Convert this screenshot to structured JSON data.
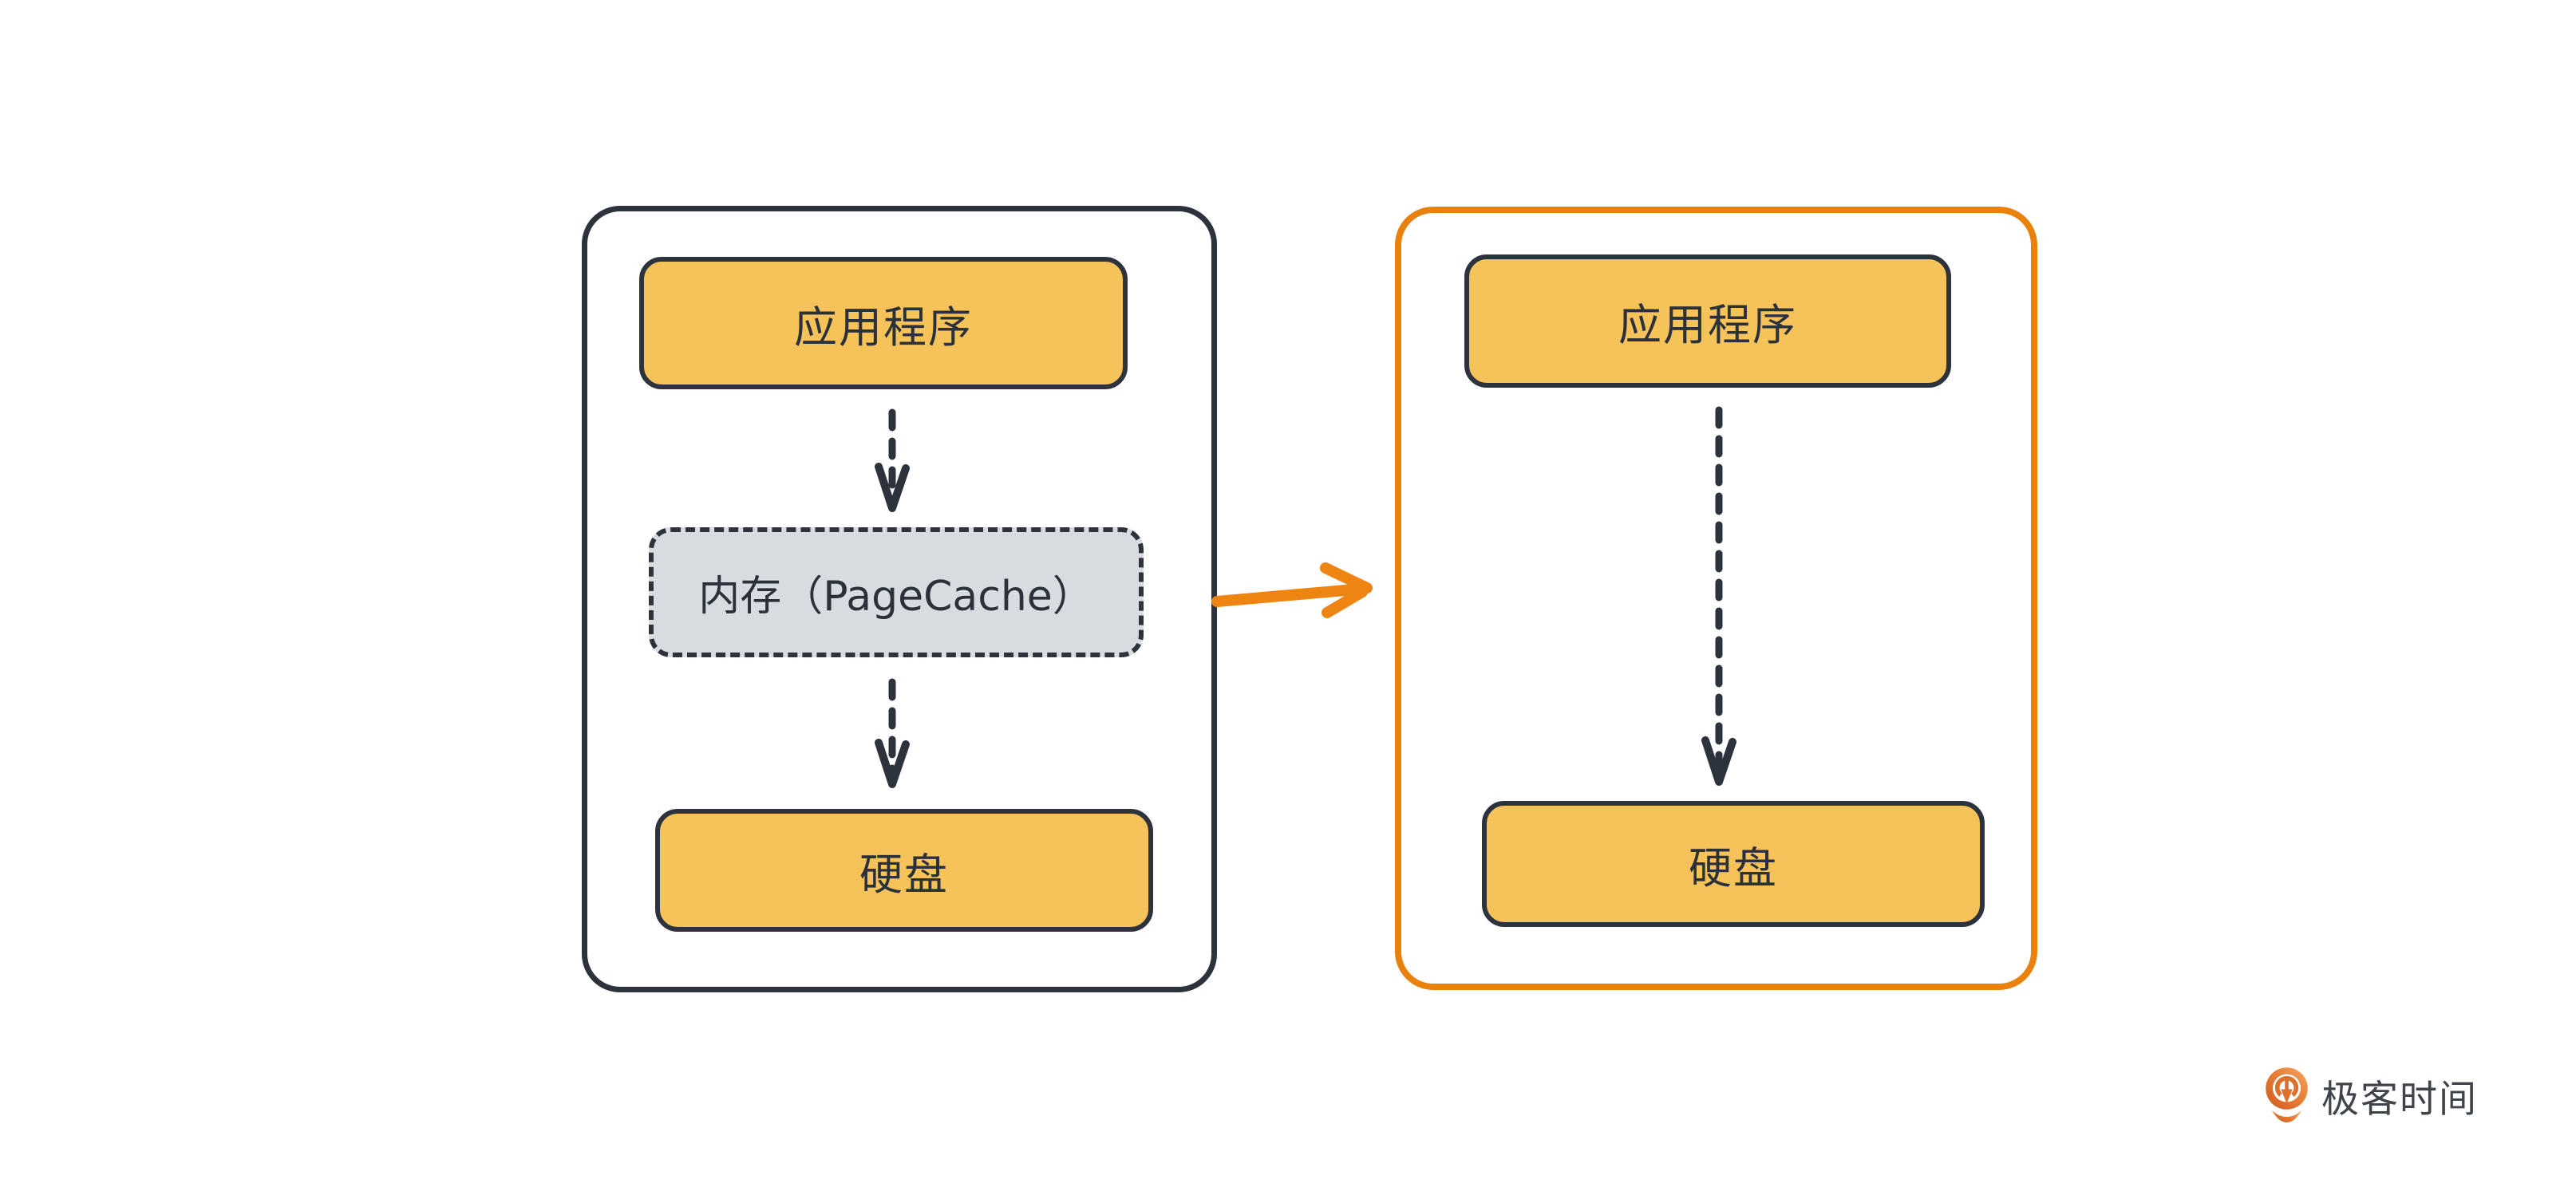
{
  "colors": {
    "background": "#ffffff",
    "node_yellow_fill": "#f5c35a",
    "node_gray_fill": "#d8dbe0",
    "stroke_dark": "#2d333c",
    "panel_orange": "#e8820d",
    "arrow_orange": "#ee8412",
    "brand_text": "#3f434a"
  },
  "diagram": {
    "left_panel": {
      "border_style": "dark-solid-rounded",
      "nodes": [
        {
          "label": "应用程序",
          "style": "yellow-solid"
        },
        {
          "label": "内存（PageCache）",
          "style": "gray-dashed"
        },
        {
          "label": "硬盘",
          "style": "yellow-solid"
        }
      ],
      "connectors": [
        "dashed-down-arrow",
        "dashed-down-arrow"
      ]
    },
    "right_panel": {
      "border_style": "orange-solid-rounded",
      "nodes": [
        {
          "label": "应用程序",
          "style": "yellow-solid"
        },
        {
          "label": "硬盘",
          "style": "yellow-solid"
        }
      ],
      "connectors": [
        "dashed-down-arrow"
      ]
    },
    "transition": {
      "icon": "orange-right-arrow"
    }
  },
  "footer": {
    "logo_icon": "geektime-pin-icon",
    "brand_name": "极客时间"
  }
}
